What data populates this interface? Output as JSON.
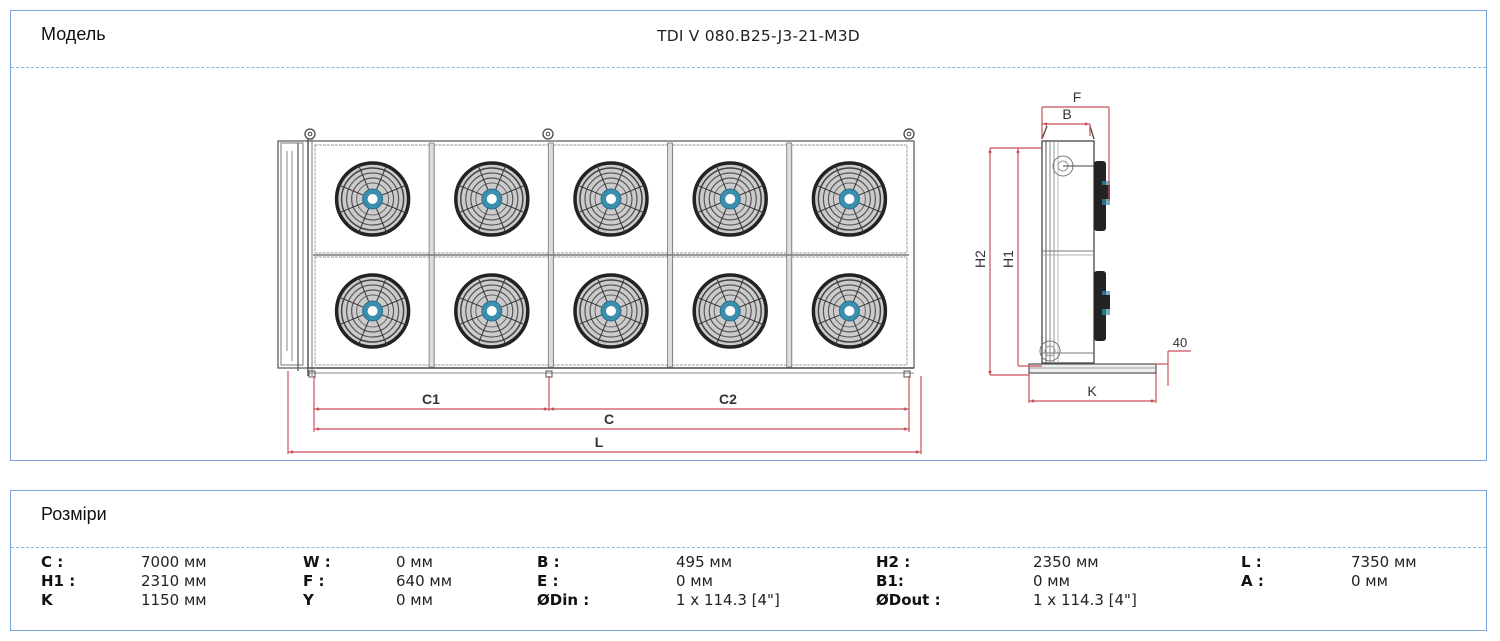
{
  "model_panel": {
    "label": "Модель",
    "model_name": "TDI V 080.B25-J3-21-M3D",
    "drawing": {
      "front_view": {
        "fan_rows": 2,
        "fan_columns": 5,
        "dimension_labels": {
          "c1": "C1",
          "c2": "C2",
          "c": "C",
          "l": "L"
        }
      },
      "side_view": {
        "dimension_labels": {
          "f": "F",
          "b": "B",
          "h2": "H2",
          "h1": "H1",
          "k": "K",
          "foot": "40"
        }
      },
      "colors": {
        "dimension_line": "#c7525a",
        "fan_hub": "#3a8fb0",
        "line": "#333333"
      }
    }
  },
  "dimensions_panel": {
    "label": "Розміри",
    "rows": [
      [
        {
          "key": "C :",
          "value": "7000 мм"
        },
        {
          "key": "W :",
          "value": "0 мм"
        },
        {
          "key": "B :",
          "value": "495 мм"
        },
        {
          "key": "H2 :",
          "value": "2350 мм"
        },
        {
          "key": "L :",
          "value": "7350 мм"
        }
      ],
      [
        {
          "key": "H1 :",
          "value": "2310 мм"
        },
        {
          "key": "F :",
          "value": "640 мм"
        },
        {
          "key": "E :",
          "value": "0 мм"
        },
        {
          "key": "B1:",
          "value": "0 мм"
        },
        {
          "key": "A :",
          "value": "0 мм"
        }
      ],
      [
        {
          "key": "K",
          "value": "1150 мм"
        },
        {
          "key": "Y",
          "value": "0 мм"
        },
        {
          "key": "ØDin :",
          "value": "1 x 114.3 [4\"]"
        },
        {
          "key": "ØDout :",
          "value": "1 x 114.3 [4\"]"
        }
      ]
    ]
  },
  "colors": {
    "panel_border": "#7aa5d8",
    "divider": "#8fb4e0"
  }
}
